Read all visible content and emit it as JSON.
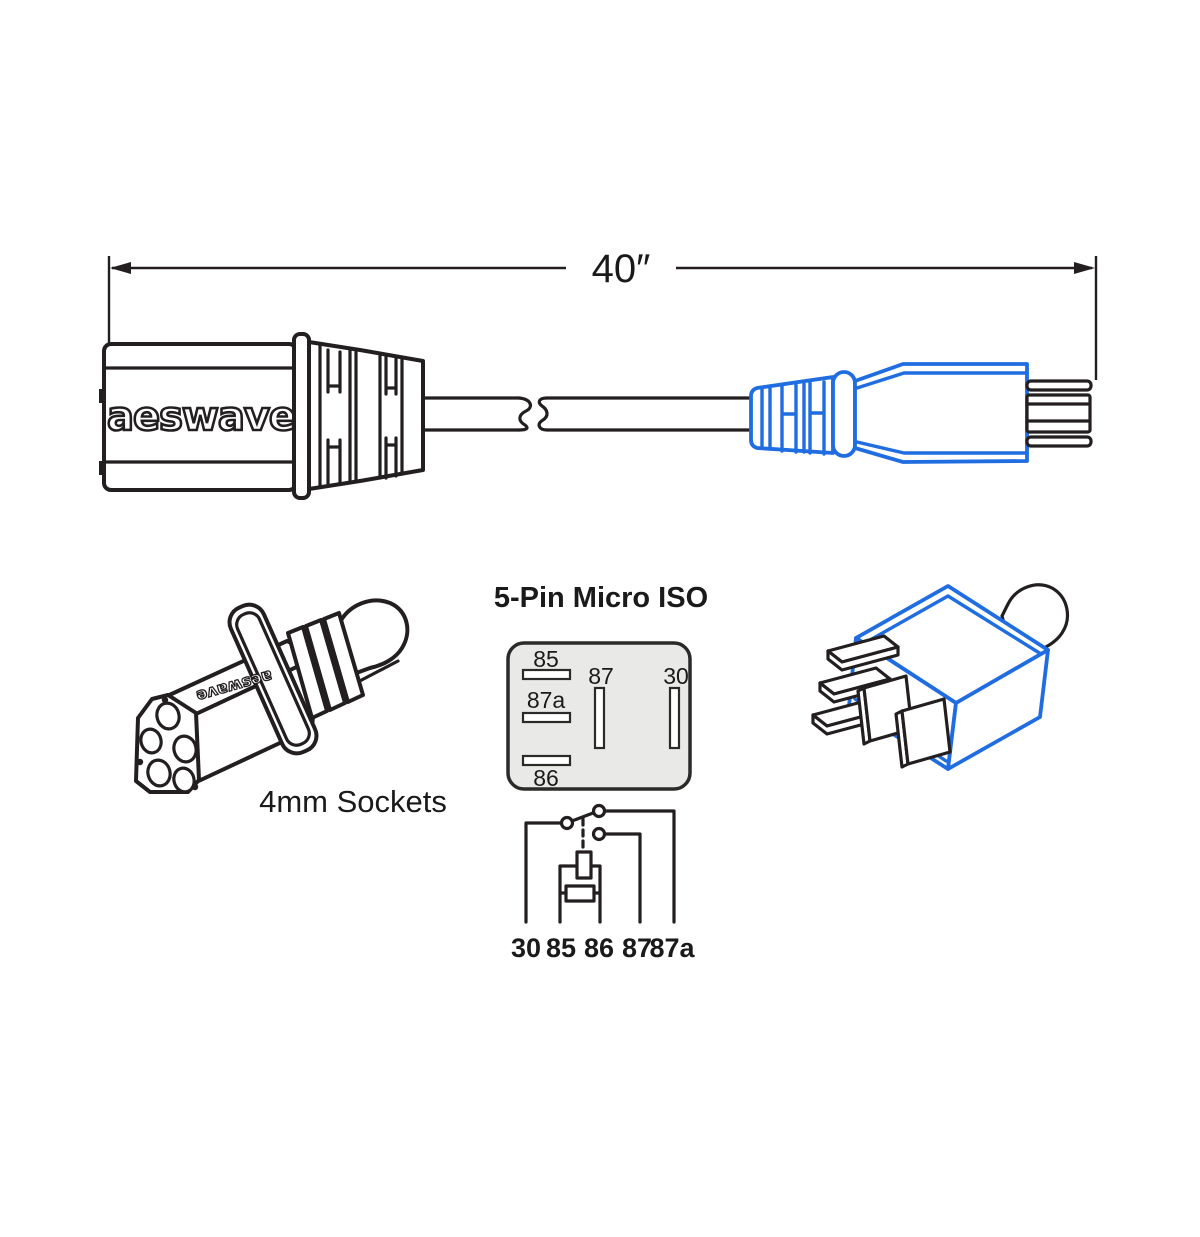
{
  "diagram": {
    "dimension_label": "40″",
    "brand": "aeswave",
    "socket_label": "4mm Sockets",
    "relay": {
      "title": "5-Pin Micro ISO",
      "pins": {
        "p85": "85",
        "p87": "87",
        "p30": "30",
        "p87a": "87a",
        "p86": "86"
      },
      "terminals": [
        "30",
        "85",
        "86",
        "87",
        "87a"
      ]
    },
    "colors": {
      "line": "#231f20",
      "blue": "#1f6de0",
      "relay_fill": "#e9e9e7"
    }
  }
}
